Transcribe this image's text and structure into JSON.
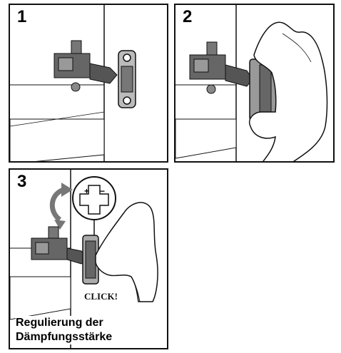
{
  "steps": [
    {
      "number": "1"
    },
    {
      "number": "2"
    },
    {
      "number": "3"
    }
  ],
  "step3": {
    "click_label": "CLICK!",
    "caption_line1": "Regulierung der",
    "caption_line2": "Dämpfungsstärke"
  },
  "colors": {
    "line": "#111111",
    "metal": "#555555",
    "hand": "#ffffff"
  },
  "icons": [
    "rotate-arrow-icon",
    "plus-minus-icon"
  ]
}
